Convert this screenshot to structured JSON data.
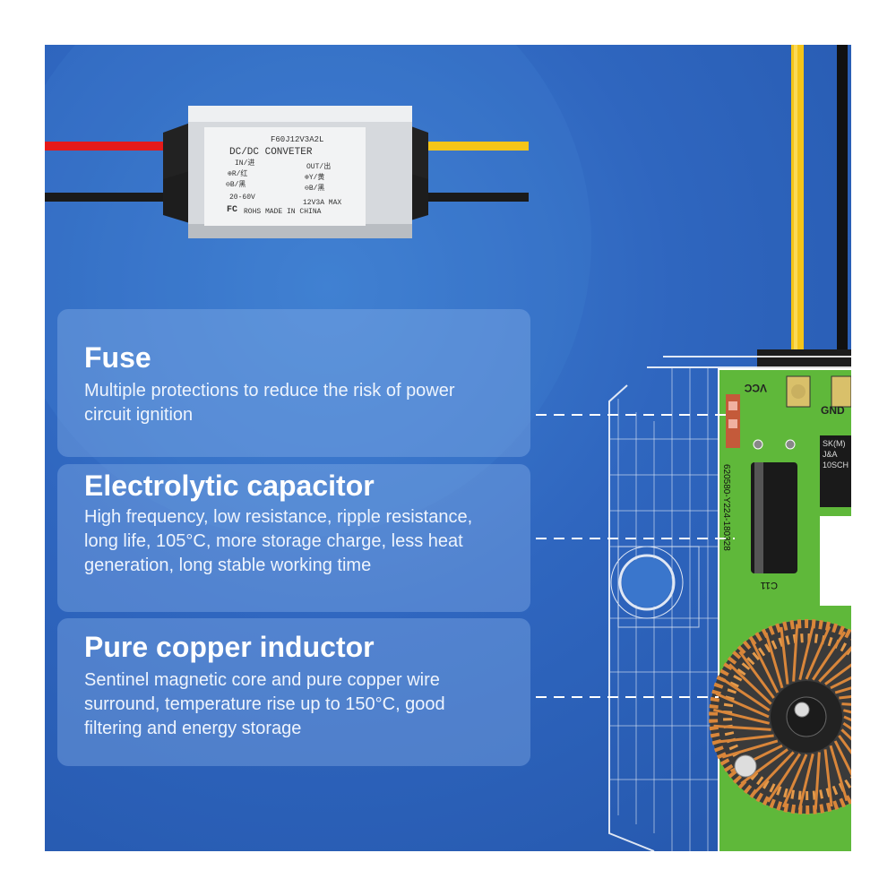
{
  "product_label": {
    "model": "F60J12V3A2L",
    "title": "DC/DC CONVETER",
    "input_label": "IN/进",
    "output_label": "OUT/出",
    "input_pos": "⊕R/红",
    "output_pos": "⊕Y/黄",
    "input_neg": "⊖B/黑",
    "output_neg": "⊖B/黑",
    "input_range": "20-60V",
    "output_rating": "12V3A MAX",
    "footer": "ROHS MADE IN CHINA",
    "fc_mark": "FC"
  },
  "features": [
    {
      "title": "Fuse",
      "text": "Multiple protections to reduce the risk of power circuit ignition"
    },
    {
      "title": "Electrolytic capacitor",
      "text": "High frequency, low resistance, ripple resistance, long life, 105°C, more storage charge, less heat generation, long stable working time"
    },
    {
      "title": "Pure copper inductor",
      "text": "Sentinel magnetic core and pure copper wire surround, temperature rise up to 150°C, good filtering and energy storage"
    }
  ],
  "pcb_labels": {
    "vcc": "VCC",
    "gnd": "GND",
    "part_number": "620580-Y224-180328",
    "cap_ref": "C11",
    "chip_lines": [
      "SK(M)",
      "J&A",
      "10SCH"
    ]
  },
  "colors": {
    "background": "#2f66bf",
    "card": "#8cb4eb",
    "pcb": "#5fb83a",
    "wire_positive": "#e51a1a",
    "wire_output": "#f5c518",
    "wire_negative": "#1a1a1a",
    "copper": "#d9863a"
  }
}
